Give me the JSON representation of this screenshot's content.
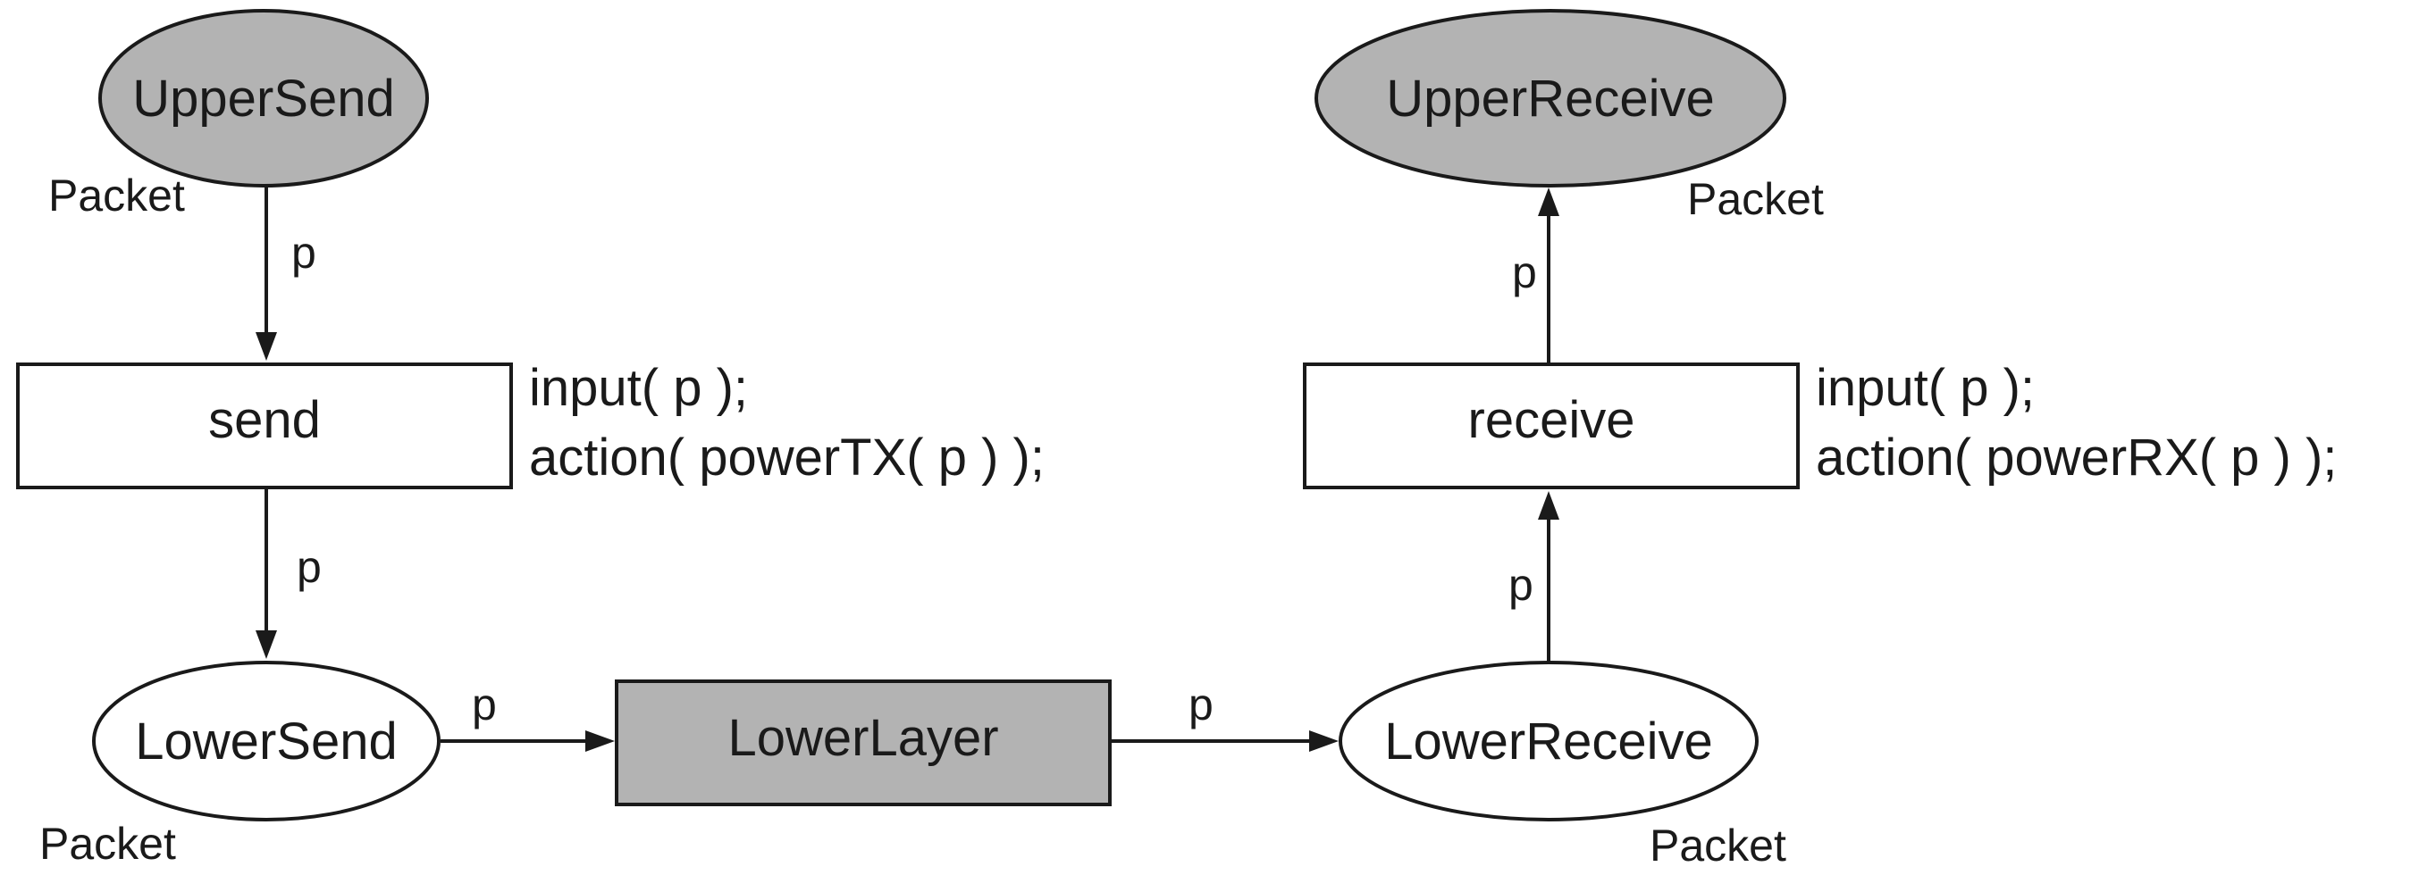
{
  "colors": {
    "filled": "#b3b3b3",
    "empty": "#ffffff",
    "stroke": "#1a1a1a"
  },
  "places": {
    "upper_send": {
      "name": "UpperSend",
      "type": "Packet",
      "filled": true
    },
    "upper_receive": {
      "name": "UpperReceive",
      "type": "Packet",
      "filled": true
    },
    "lower_send": {
      "name": "LowerSend",
      "type": "Packet",
      "filled": false
    },
    "lower_receive": {
      "name": "LowerReceive",
      "type": "Packet",
      "filled": false
    }
  },
  "transitions": {
    "send": {
      "name": "send",
      "inscription": [
        "input( p );",
        "action( powerTX( p ) );"
      ],
      "filled": false
    },
    "receive": {
      "name": "receive",
      "inscription": [
        "input( p );",
        "action( powerRX( p ) );"
      ],
      "filled": false
    },
    "lower_layer": {
      "name": "LowerLayer",
      "filled": true
    }
  },
  "arcs": {
    "upper_send_to_send": "p",
    "send_to_lower_send": "p",
    "lower_send_to_lower_layer": "p",
    "lower_layer_to_lower_receive": "p",
    "lower_receive_to_receive": "p",
    "receive_to_upper_receive": "p"
  }
}
